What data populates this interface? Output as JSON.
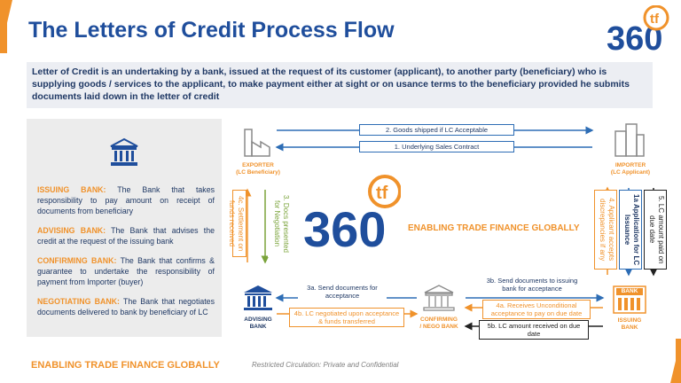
{
  "header": {
    "title": "The Letters of Credit Process Flow"
  },
  "logo": {
    "number": "360",
    "superscript": "tf"
  },
  "intro": {
    "text": "Letter of Credit is an undertaking by a bank, issued at the request of its customer (applicant), to another party (beneficiary) who is supplying goods / services to the applicant, to make payment either at sight or on usance terms to the beneficiary provided he submits documents laid down in the letter of credit"
  },
  "definitions": [
    {
      "term": "ISSUING BANK:",
      "text": " The Bank that takes responsibility to pay amount on receipt of documents from beneficiary"
    },
    {
      "term": "ADVISING BANK:",
      "text": " The Bank that advises the credit at the request of the issuing bank"
    },
    {
      "term": "CONFIRMING BANK:",
      "text": " The Bank that confirms & guarantee to undertake the responsibility of payment from Importer (buyer)"
    },
    {
      "term": "NEGOTIATING BANK:",
      "text": " The Bank that negotiates documents delivered to bank by beneficiary of LC"
    }
  ],
  "nodes": {
    "exporter": "EXPORTER",
    "exporter_sub": "(LC Beneficiary)",
    "importer": "IMPORTER",
    "importer_sub": "(LC Applicant)",
    "advising_bank_1": "ADVISING",
    "advising_bank_2": "BANK",
    "confirming_bank_1": "CONFIRMING",
    "confirming_bank_2": "/ NEGO BANK",
    "issuing_bank_1": "ISSUING",
    "issuing_bank_2": "BANK",
    "bank_sign": "BANK"
  },
  "steps": {
    "s1": "1. Underlying Sales Contract",
    "s1a": "1a Application for LC Issuance",
    "s2": "2. Goods shipped if LC Acceptable",
    "s3": "3. Docs presented for Negotiation",
    "s3a": "3a. Send documents for acceptance",
    "s3b": "3b. Send documents to issuing bank for acceptance",
    "s4": "4. Applicant accepts discrepancies if any",
    "s4a": "4a. Receives Unconditional acceptance to pay on due date",
    "s4b": "4b. LC negotiated upon acceptance & funds transferred",
    "s4c": "4c. Settlement on funds received",
    "s5": "5. LC amount paid on due date",
    "s5b": "5b. LC amount received on due date"
  },
  "center": {
    "tagline": "ENABLING TRADE FINANCE GLOBALLY"
  },
  "footer": {
    "tagline": "ENABLING TRADE FINANCE GLOBALLY",
    "note": "Restricted Circulation: Private and Confidential"
  },
  "colors": {
    "orange": "#f0922b",
    "navy": "#1f3864",
    "blue": "#1f4e9c",
    "green": "#7aa33a",
    "mid_blue": "#2d6db5"
  }
}
